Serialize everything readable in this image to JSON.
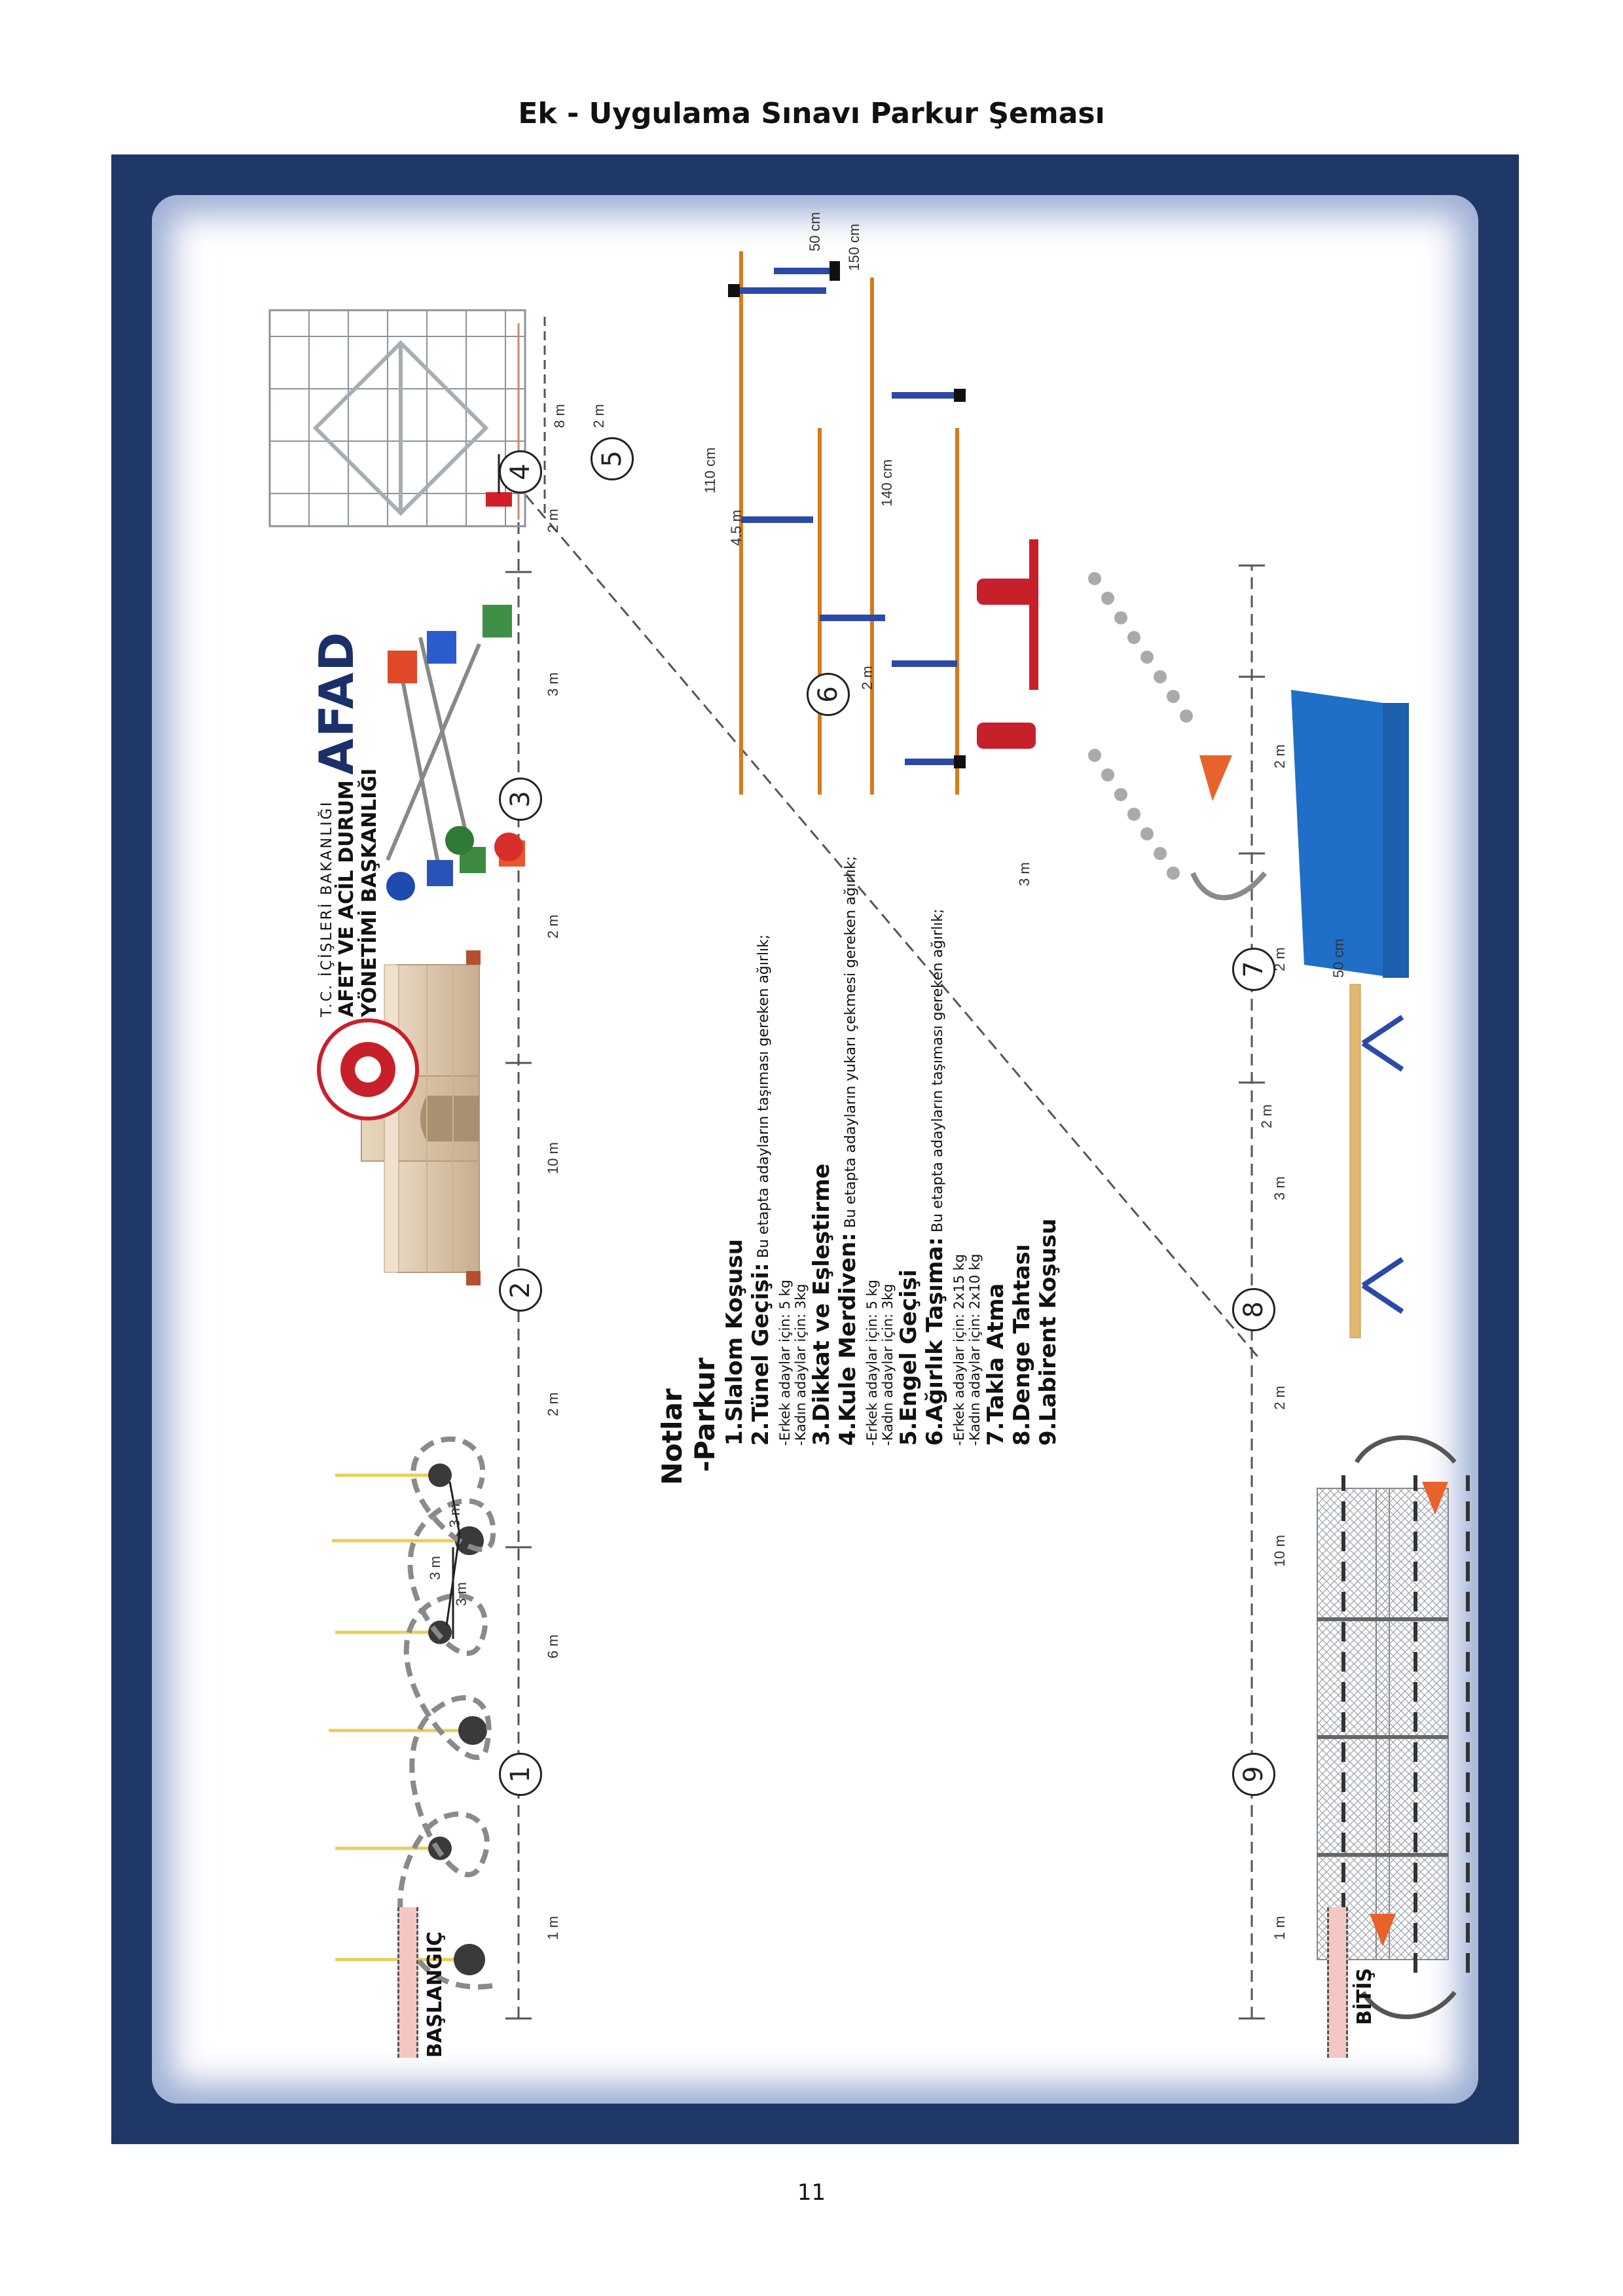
{
  "document": {
    "title": "Ek - Uygulama Sınavı Parkur Şeması",
    "page_number": "11"
  },
  "header": {
    "ministry_line1": "T.C. İÇİŞLERİ BAKANLIĞI",
    "ministry_line2": "AFET VE ACİL DURUM",
    "ministry_line3": "YÖNETİMİ BAŞKANLIĞI",
    "logo_text": "AFAD"
  },
  "course": {
    "start_label": "BAŞLANGIÇ",
    "finish_label": "BİTİŞ",
    "stations": [
      "1",
      "2",
      "3",
      "4",
      "5",
      "6",
      "7",
      "8",
      "9"
    ],
    "distances": {
      "top_1m": "1 m",
      "top_6m": "6 m",
      "top_2m_a": "2 m",
      "top_10m": "10 m",
      "top_2m_b": "2 m",
      "top_3m": "3 m",
      "top_2m_c": "2 m",
      "top_8m": "8 m",
      "diag_2m_a": "2 m",
      "diag_4_5m": "4.5 m",
      "diag_2m_b": "2 m",
      "diag_3m": "3 m",
      "diag_2m_c": "2 m",
      "bot_2m_a": "2 m",
      "bot_2m_b": "2 m",
      "bot_3m": "3 m",
      "bot_2m_c": "2 m",
      "bot_10m": "10 m",
      "bot_1m": "1 m",
      "slalom_3m_a": "3 m",
      "slalom_3m_b": "3 m",
      "slalom_3m_c": "3 m",
      "hurdle_50cm": "50 cm",
      "hurdle_150cm": "150 cm",
      "hurdle_110cm": "110 cm",
      "hurdle_140cm": "140 cm",
      "beam_50cm": "50 cm"
    }
  },
  "notes": {
    "heading": "Notlar",
    "subheading": "-Parkur",
    "items": [
      {
        "title": "1.Slalom Koşusu"
      },
      {
        "title": "2.Tünel Geçişi:",
        "desc": " Bu etapta adayların taşıması gereken ağırlık;",
        "sub1": "-Erkek adaylar için: 5 kg",
        "sub2": "-Kadın adaylar için: 3kg"
      },
      {
        "title": "3.Dikkat ve Eşleştirme"
      },
      {
        "title": "4.Kule Merdiven:",
        "desc": " Bu etapta adayların yukarı çekmesi gereken ağırlık;",
        "sub1": "-Erkek adaylar için: 5 kg",
        "sub2": "-Kadın adaylar için: 3kg"
      },
      {
        "title": "5.Engel Geçişi"
      },
      {
        "title": "6.Ağırlık Taşıma:",
        "desc": " Bu etapta adayların taşıması gereken ağırlık;",
        "sub1": "-Erkek adaylar için: 2x15 kg",
        "sub2": "-Kadın adaylar için: 2x10 kg"
      },
      {
        "title": "7.Takla Atma"
      },
      {
        "title": "8.Denge Tahtası"
      },
      {
        "title": "9.Labirent Koşusu"
      }
    ]
  },
  "colors": {
    "frame": "#1f3867",
    "cone": "#e8622c",
    "mat": "#1f6fc8",
    "hurdle_bar": "#2b4aa8",
    "beam": "#e0b870",
    "sandbag": "#c8202a"
  }
}
